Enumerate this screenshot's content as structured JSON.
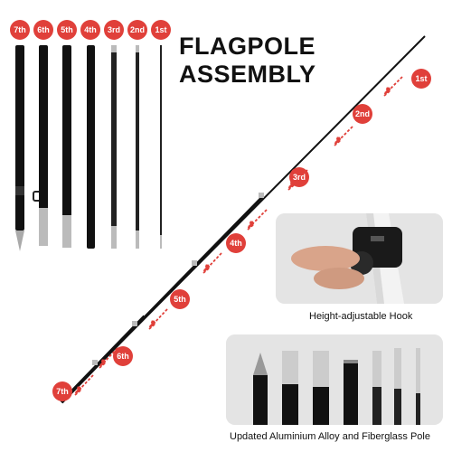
{
  "title": "FLAGPOLE ASSEMBLY",
  "top_badges": [
    "7th",
    "6th",
    "5th",
    "4th",
    "3rd",
    "2nd",
    "1st"
  ],
  "diagonal_badges": [
    "1st",
    "2nd",
    "3rd",
    "4th",
    "5th",
    "6th",
    "7th"
  ],
  "hook_caption": "Height-adjustable Hook",
  "tips_caption": "Updated Aluminium Alloy and Fiberglass Pole",
  "colors": {
    "badge": "#e0403a",
    "pole": "#111111",
    "panel": "#e7e7e7",
    "arrow": "#e0403a"
  },
  "icons": [
    "arrow-icon"
  ]
}
